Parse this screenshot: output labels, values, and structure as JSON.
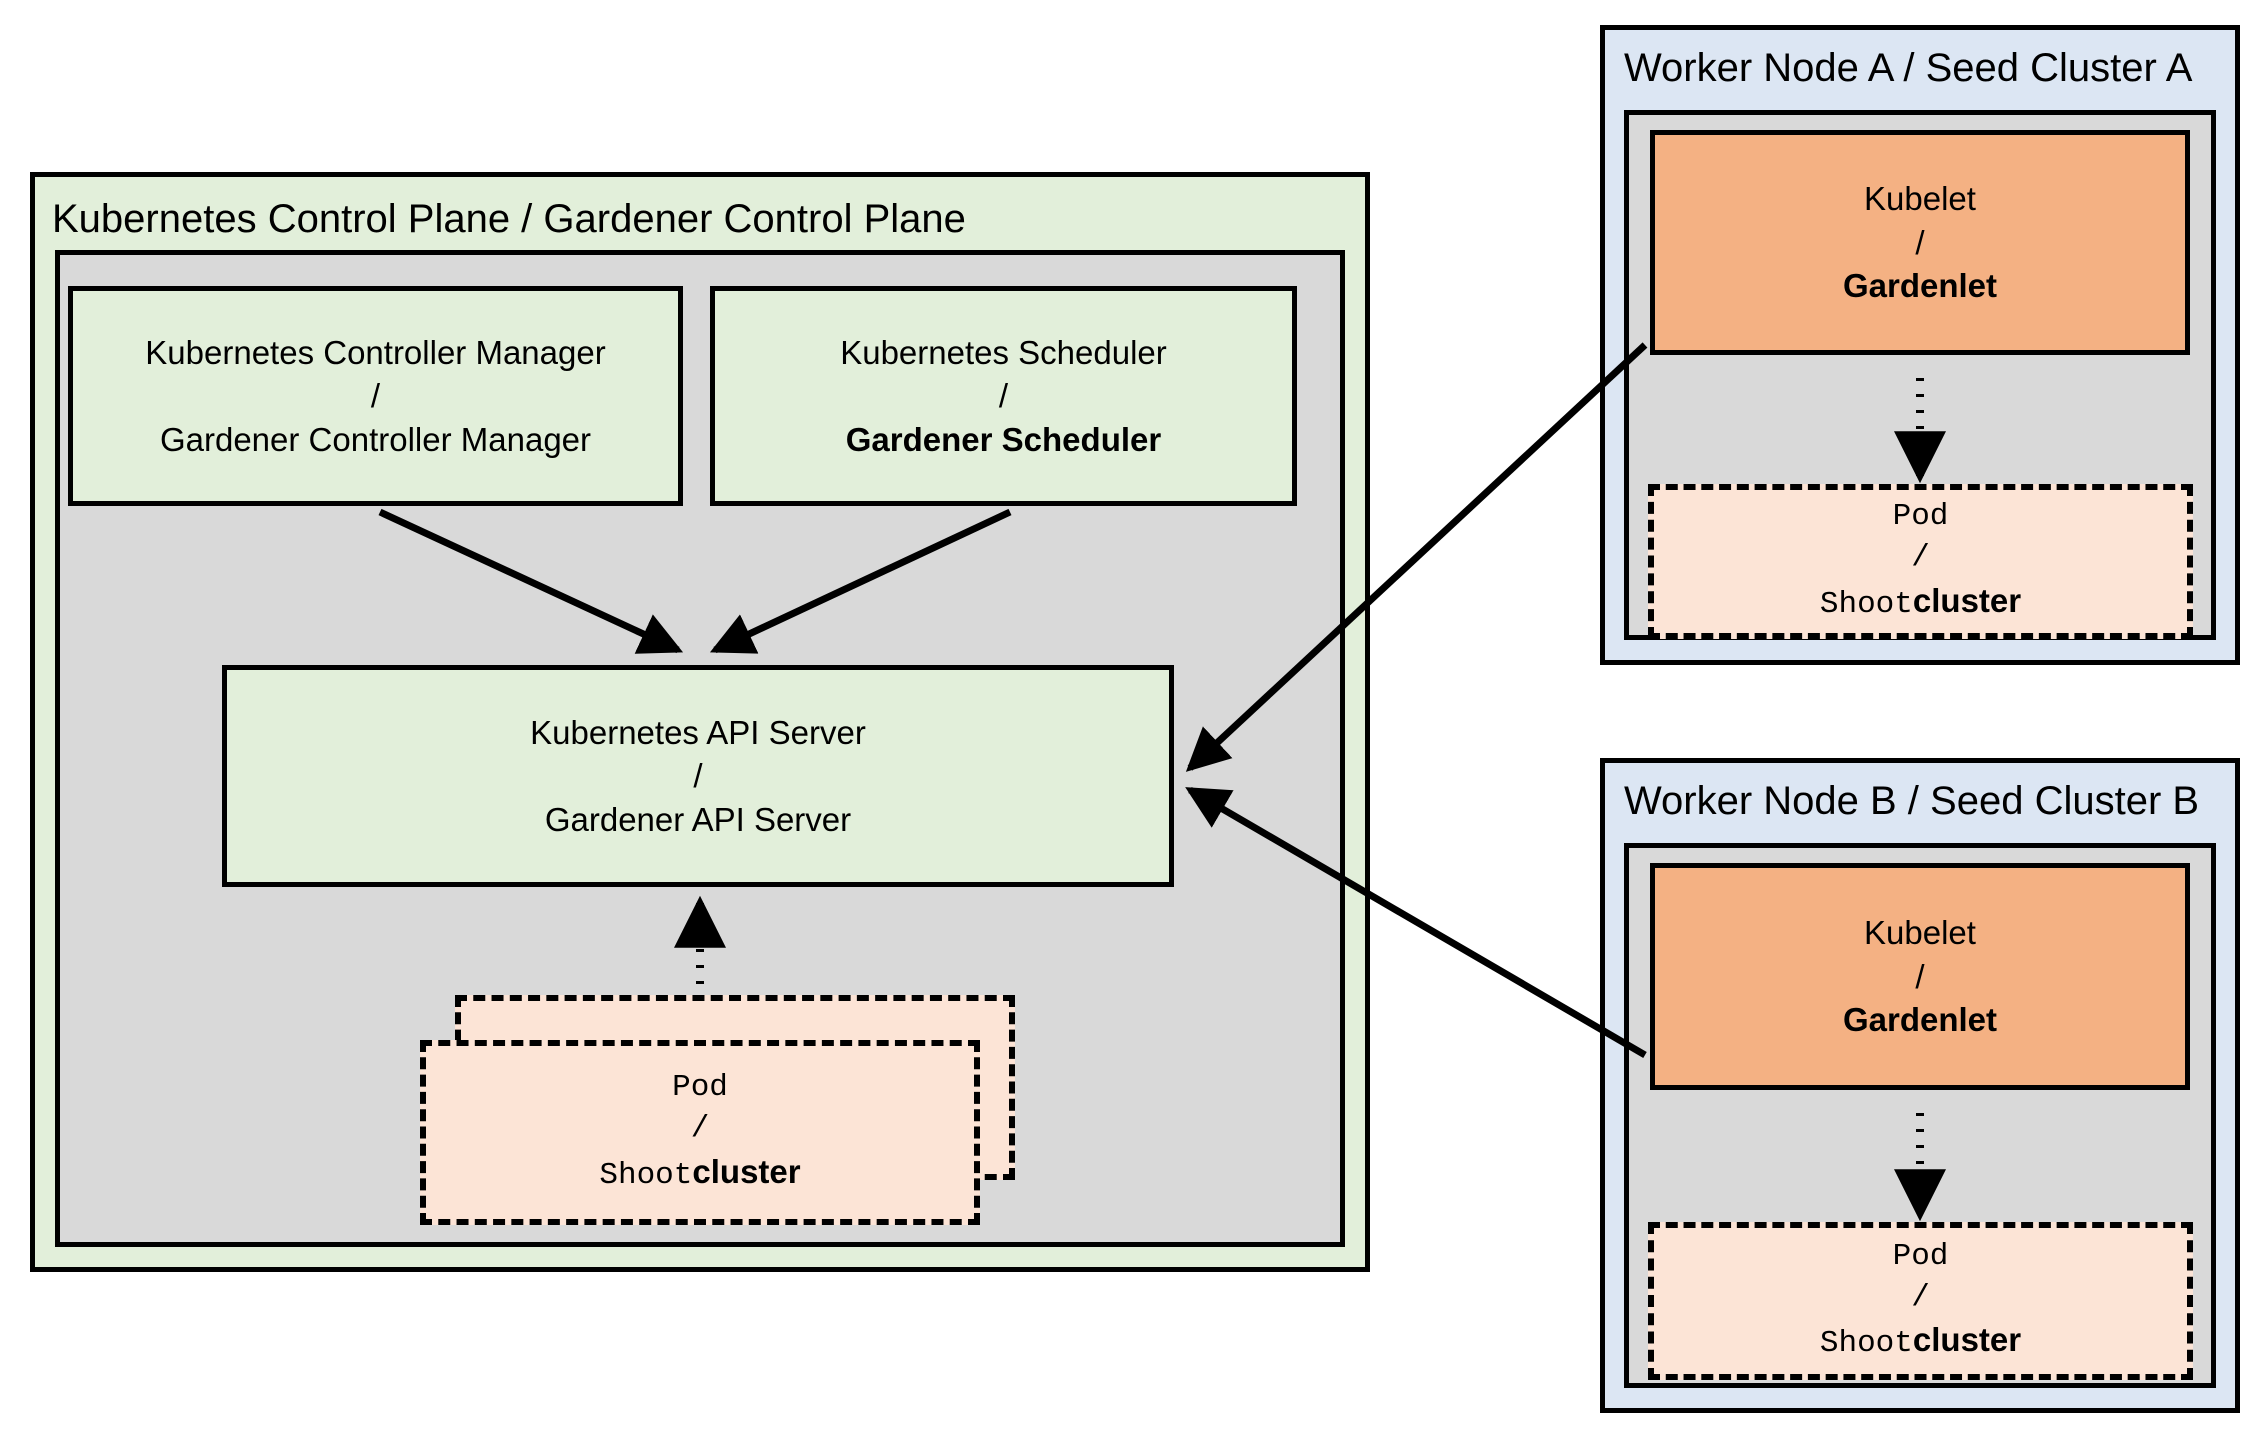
{
  "control_plane": {
    "title": "Kubernetes Control Plane / Gardener Control Plane",
    "controller_manager": {
      "line1": "Kubernetes Controller Manager",
      "separator": "/",
      "line2": "Gardener Controller Manager"
    },
    "scheduler": {
      "line1": "Kubernetes Scheduler",
      "separator": "/",
      "line2": "Gardener Scheduler"
    },
    "api_server": {
      "line1": "Kubernetes API Server",
      "separator": "/",
      "line2": "Gardener API Server"
    },
    "pod": {
      "line1": "Pod",
      "separator": "/",
      "line2_mono": "Shoot",
      "line2_bold": "cluster"
    }
  },
  "worker_a": {
    "title": "Worker Node A / Seed Cluster A",
    "kubelet": {
      "line1": "Kubelet",
      "separator": "/",
      "line2": "Gardenlet"
    },
    "pod": {
      "line1": "Pod",
      "separator": "/",
      "line2_mono": "Shoot",
      "line2_bold": "cluster"
    }
  },
  "worker_b": {
    "title": "Worker Node B / Seed Cluster B",
    "kubelet": {
      "line1": "Kubelet",
      "separator": "/",
      "line2": "Gardenlet"
    },
    "pod": {
      "line1": "Pod",
      "separator": "/",
      "line2_mono": "Shoot",
      "line2_bold": "cluster"
    }
  },
  "colors": {
    "green_fill": "#e2efda",
    "blue_fill": "#dce6f3",
    "gray_fill": "#d9d9d9",
    "orange_fill": "#f4b183",
    "peach_fill": "#fce4d6",
    "stroke": "#000000"
  }
}
